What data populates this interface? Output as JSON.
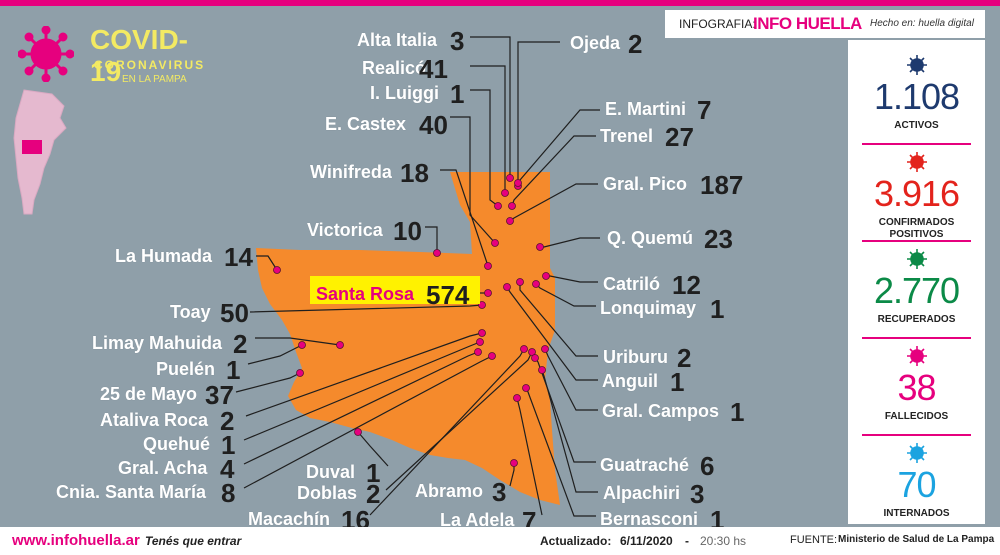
{
  "header": {
    "title": "COVID-19",
    "subtitle": "CORONAVIRUS",
    "region": "EN LA PAMPA"
  },
  "brand": {
    "label": "INFOGRAFIA:",
    "logo": "INFO HUELLA",
    "made_by": "Hecho en: huella digital"
  },
  "colors": {
    "map": "#f58a2c",
    "magenta": "#e6007e",
    "bg": "#8f9fa9",
    "activos": "#1e3a6e",
    "confirmados": "#e3231c",
    "recuperados": "#0b8a47",
    "fallecidos": "#e6007e",
    "internados": "#1ba3e0"
  },
  "stats": [
    {
      "value": "1.108",
      "label": "ACTIVOS",
      "color": "#1e3a6e",
      "icon": "virus-icon"
    },
    {
      "value": "3.916",
      "label": "CONFIRMADOS POSITIVOS",
      "color": "#e3231c",
      "icon": "virus-icon"
    },
    {
      "value": "2.770",
      "label": "RECUPERADOS",
      "color": "#0b8a47",
      "icon": "virus-icon"
    },
    {
      "value": "38",
      "label": "FALLECIDOS",
      "color": "#e6007e",
      "icon": "virus-icon"
    },
    {
      "value": "70",
      "label": "INTERNADOS",
      "color": "#1ba3e0",
      "icon": "virus-icon"
    }
  ],
  "localities": [
    {
      "name": "Alta Italia",
      "value": "3"
    },
    {
      "name": "Realicó",
      "value": "41"
    },
    {
      "name": "I. Luiggi",
      "value": "1"
    },
    {
      "name": "E. Castex",
      "value": "40"
    },
    {
      "name": "Winifreda",
      "value": "18"
    },
    {
      "name": "Victorica",
      "value": "10"
    },
    {
      "name": "La Humada",
      "value": "14"
    },
    {
      "name": "Santa Rosa",
      "value": "574"
    },
    {
      "name": "Toay",
      "value": "50"
    },
    {
      "name": "Limay Mahuida",
      "value": "2"
    },
    {
      "name": "Puelén",
      "value": "1"
    },
    {
      "name": "25 de Mayo",
      "value": "37"
    },
    {
      "name": "Ataliva Roca",
      "value": "2"
    },
    {
      "name": "Quehué",
      "value": "1"
    },
    {
      "name": "Gral. Acha",
      "value": "4"
    },
    {
      "name": "Cnia. Santa María",
      "value": "8"
    },
    {
      "name": "Macachín",
      "value": "16"
    },
    {
      "name": "Duval",
      "value": "1"
    },
    {
      "name": "Doblas",
      "value": "2"
    },
    {
      "name": "Abramo",
      "value": "3"
    },
    {
      "name": "La Adela",
      "value": "7"
    },
    {
      "name": "Ojeda",
      "value": "2"
    },
    {
      "name": "E. Martini",
      "value": "7"
    },
    {
      "name": "Trenel",
      "value": "27"
    },
    {
      "name": "Gral. Pico",
      "value": "187"
    },
    {
      "name": "Q. Quemú",
      "value": "23"
    },
    {
      "name": "Catriló",
      "value": "12"
    },
    {
      "name": "Lonquimay",
      "value": "1"
    },
    {
      "name": "Uriburu",
      "value": "2"
    },
    {
      "name": "Anguil",
      "value": "1"
    },
    {
      "name": "Gral. Campos",
      "value": "1"
    },
    {
      "name": "Guatraché",
      "value": "6"
    },
    {
      "name": "Alpachiri",
      "value": "3"
    },
    {
      "name": "Bernasconi",
      "value": "1"
    }
  ],
  "footer": {
    "site": "www.infohuella.ar",
    "slogan": "Tenés que entrar",
    "updated_label": "Actualizado:",
    "updated_date": "6/11/2020",
    "separator": "-",
    "updated_time": "20:30 hs",
    "source_label": "FUENTE:",
    "source": "Ministerio de Salud de La Pampa"
  }
}
